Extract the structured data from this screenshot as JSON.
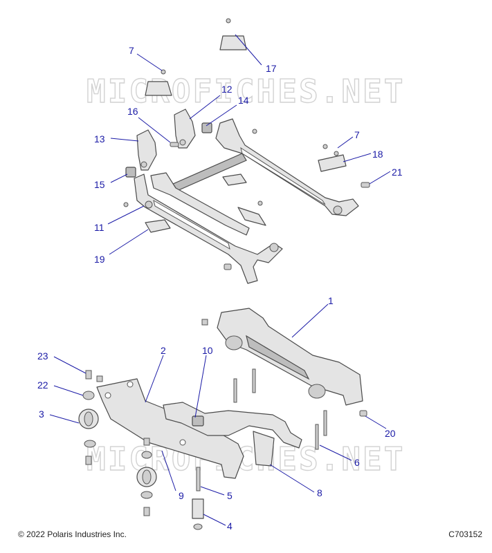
{
  "watermark": "MICROFICHES.NET",
  "callouts": [
    "1",
    "2",
    "3",
    "4",
    "5",
    "6",
    "7",
    "7",
    "8",
    "9",
    "10",
    "11",
    "12",
    "13",
    "14",
    "15",
    "16",
    "17",
    "18",
    "19",
    "20",
    "21",
    "22",
    "23"
  ],
  "footer": {
    "copyright": "© 2022 Polaris Industries Inc.",
    "figure_id": "C703152"
  },
  "colors": {
    "callout": "#1a1aa6",
    "part_fill": "#e4e4e4",
    "outline": "#4a4a4a",
    "watermark": "#d2d2d2"
  }
}
